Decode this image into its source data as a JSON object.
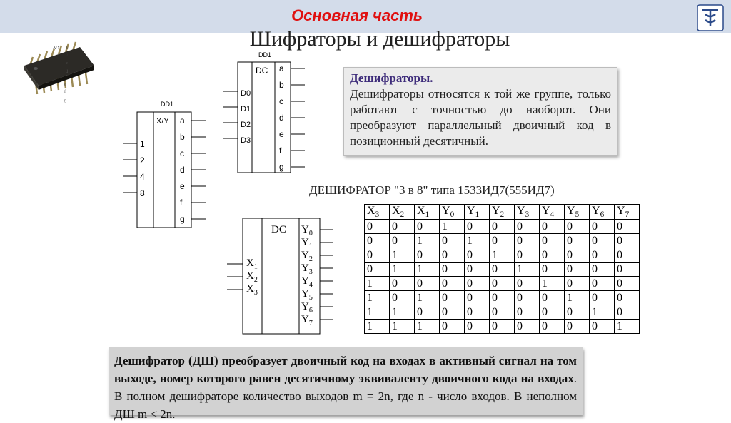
{
  "header": {
    "section_title": "Основная часть",
    "main_title": "Шифраторы и дешифраторы"
  },
  "chip_image": {
    "labels": [
      "X/Y",
      "a",
      "b",
      "c",
      "d",
      "e",
      "f",
      "g"
    ]
  },
  "encoder_block": {
    "designator": "DD1",
    "function": "X/Y",
    "inputs": [
      "1",
      "2",
      "4",
      "8"
    ],
    "outputs": [
      "a",
      "b",
      "c",
      "d",
      "e",
      "f",
      "g"
    ]
  },
  "decoder_block": {
    "designator": "DD1",
    "function": "DC",
    "inputs": [
      "D0",
      "D1",
      "D2",
      "D3"
    ],
    "outputs": [
      "a",
      "b",
      "c",
      "d",
      "e",
      "f",
      "g"
    ]
  },
  "dc_3to8_block": {
    "function": "DC",
    "inputs": [
      {
        "base": "X",
        "sub": "1"
      },
      {
        "base": "X",
        "sub": "2"
      },
      {
        "base": "X",
        "sub": "3"
      }
    ],
    "outputs": [
      {
        "base": "Y",
        "sub": "0"
      },
      {
        "base": "Y",
        "sub": "1"
      },
      {
        "base": "Y",
        "sub": "2"
      },
      {
        "base": "Y",
        "sub": "3"
      },
      {
        "base": "Y",
        "sub": "4"
      },
      {
        "base": "Y",
        "sub": "5"
      },
      {
        "base": "Y",
        "sub": "6"
      },
      {
        "base": "Y",
        "sub": "7"
      }
    ]
  },
  "info_box": {
    "heading": "Дешифраторы.",
    "body": "Дешифраторы относятся к той же группе, только работают с точностью до наоборот. Они преобразуют параллельный двоичный код в позиционный десятичный."
  },
  "truth_table": {
    "caption": "ДЕШИФРАТОР \"3 в 8\" типа 1533ИД7(555ИД7)",
    "headers": [
      {
        "base": "X",
        "sub": "3"
      },
      {
        "base": "X",
        "sub": "2"
      },
      {
        "base": "X",
        "sub": "1"
      },
      {
        "base": "Y",
        "sub": "0"
      },
      {
        "base": "Y",
        "sub": "1"
      },
      {
        "base": "Y",
        "sub": "2"
      },
      {
        "base": "Y",
        "sub": "3"
      },
      {
        "base": "Y",
        "sub": "4"
      },
      {
        "base": "Y",
        "sub": "5"
      },
      {
        "base": "Y",
        "sub": "6"
      },
      {
        "base": "Y",
        "sub": "7"
      }
    ],
    "rows": [
      [
        "0",
        "0",
        "0",
        "1",
        "0",
        "0",
        "0",
        "0",
        "0",
        "0",
        "0"
      ],
      [
        "0",
        "0",
        "1",
        "0",
        "1",
        "0",
        "0",
        "0",
        "0",
        "0",
        "0"
      ],
      [
        "0",
        "1",
        "0",
        "0",
        "0",
        "1",
        "0",
        "0",
        "0",
        "0",
        "0"
      ],
      [
        "0",
        "1",
        "1",
        "0",
        "0",
        "0",
        "1",
        "0",
        "0",
        "0",
        "0"
      ],
      [
        "1",
        "0",
        "0",
        "0",
        "0",
        "0",
        "0",
        "1",
        "0",
        "0",
        "0"
      ],
      [
        "1",
        "0",
        "1",
        "0",
        "0",
        "0",
        "0",
        "0",
        "1",
        "0",
        "0"
      ],
      [
        "1",
        "1",
        "0",
        "0",
        "0",
        "0",
        "0",
        "0",
        "0",
        "1",
        "0"
      ],
      [
        "1",
        "1",
        "1",
        "0",
        "0",
        "0",
        "0",
        "0",
        "0",
        "0",
        "1"
      ]
    ]
  },
  "bottom_box": {
    "bold_text": "Дешифратор (ДШ) преобразует двоичный код на входах в активный сигнал на том выходе, номер которого равен десятичному эквиваленту двоичного кода на входах",
    "normal_text": ". В полном дешифраторе количество выходов m = 2n, где n - число входов. В неполном ДШ m < 2n."
  },
  "colors": {
    "header_band": "#d3dcea",
    "section_title": "#e01010",
    "info_heading": "#3d2b7a",
    "info_box_bg": "#ebebeb",
    "bottom_box_bg": "#d2d2d2"
  },
  "icons": {
    "logo": "university-logo-icon",
    "chip": "ic-chip-photo"
  }
}
